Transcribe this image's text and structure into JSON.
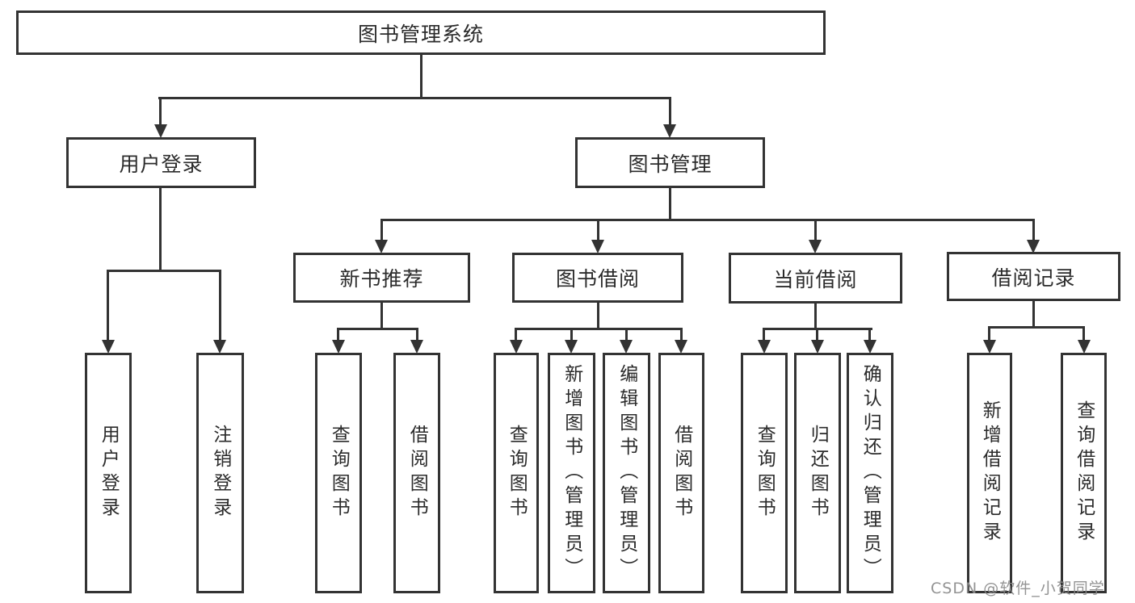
{
  "tree": {
    "label": "图书管理系统",
    "children": [
      {
        "label": "用户登录",
        "children": [
          {
            "label": "用户登录"
          },
          {
            "label": "注销登录"
          }
        ]
      },
      {
        "label": "图书管理",
        "children": [
          {
            "label": "新书推荐",
            "children": [
              {
                "label": "查询图书"
              },
              {
                "label": "借阅图书"
              }
            ]
          },
          {
            "label": "图书借阅",
            "children": [
              {
                "label": "查询图书"
              },
              {
                "label": "新增图书（管理员）"
              },
              {
                "label": "编辑图书（管理员）"
              },
              {
                "label": "借阅图书"
              }
            ]
          },
          {
            "label": "当前借阅",
            "children": [
              {
                "label": "查询图书"
              },
              {
                "label": "归还图书"
              },
              {
                "label": "确认归还（管理员）"
              }
            ]
          },
          {
            "label": "借阅记录",
            "children": [
              {
                "label": "新增借阅记录"
              },
              {
                "label": "查询借阅记录"
              }
            ]
          }
        ]
      }
    ]
  },
  "watermark": "CSDN @软件_小贺同学",
  "colors": {
    "line": "#333333",
    "text": "#2b2b2b",
    "watermark": "#8a8a8a",
    "background": "#ffffff"
  }
}
